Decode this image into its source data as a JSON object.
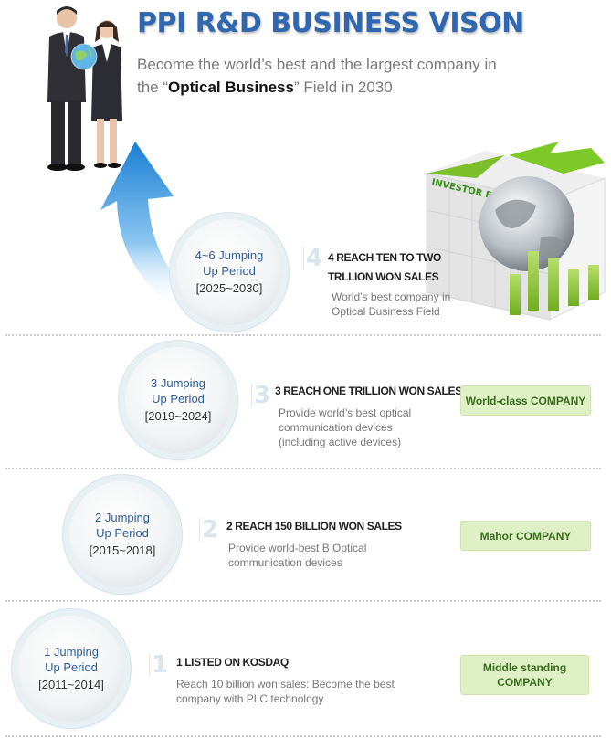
{
  "header": {
    "title": "PPI R&D BUSINESS VISON",
    "subtitle_pre": "Become the world’s best and the largest company in the “",
    "subtitle_bold": "Optical Business",
    "subtitle_post": "” Field in 2030"
  },
  "art": {
    "globe_banner": "INVESTOR RELATIONS"
  },
  "periods": [
    {
      "line1": "4~6 Jumping",
      "line2": "Up Period",
      "years": "[2025~2030]",
      "num": "4",
      "title": "4 REACH TEN TO TWO TRLLION WON SALES",
      "desc": "World’s best company in Optical Business Field",
      "badge": ""
    },
    {
      "line1": "3 Jumping",
      "line2": "Up Period",
      "years": "[2019~2024]",
      "num": "3",
      "title": "3 REACH ONE TRILLION WON SALES",
      "desc": "Provide world’s best optical communication devices (including active devices)",
      "badge": "World-class COMPANY"
    },
    {
      "line1": "2 Jumping",
      "line2": "Up Period",
      "years": "[2015~2018]",
      "num": "2",
      "title": "2 REACH 150 BILLION WON SALES",
      "desc": "Provide world-best B Optical communication devices",
      "badge": "Mahor COMPANY"
    },
    {
      "line1": "1 Jumping",
      "line2": "Up Period",
      "years": "[2011~2014]",
      "num": "1",
      "title": "1 LISTED ON KOSDAQ",
      "desc": "Reach 10 billion won sales: Become the best company with PLC technology",
      "badge": "Middle standing COMPANY"
    }
  ],
  "colors": {
    "title_blue": "#2f67b0",
    "badge_green": "#dff0c7",
    "badge_text": "#3a6e1c",
    "arrow_blue": "#1e88d8"
  }
}
